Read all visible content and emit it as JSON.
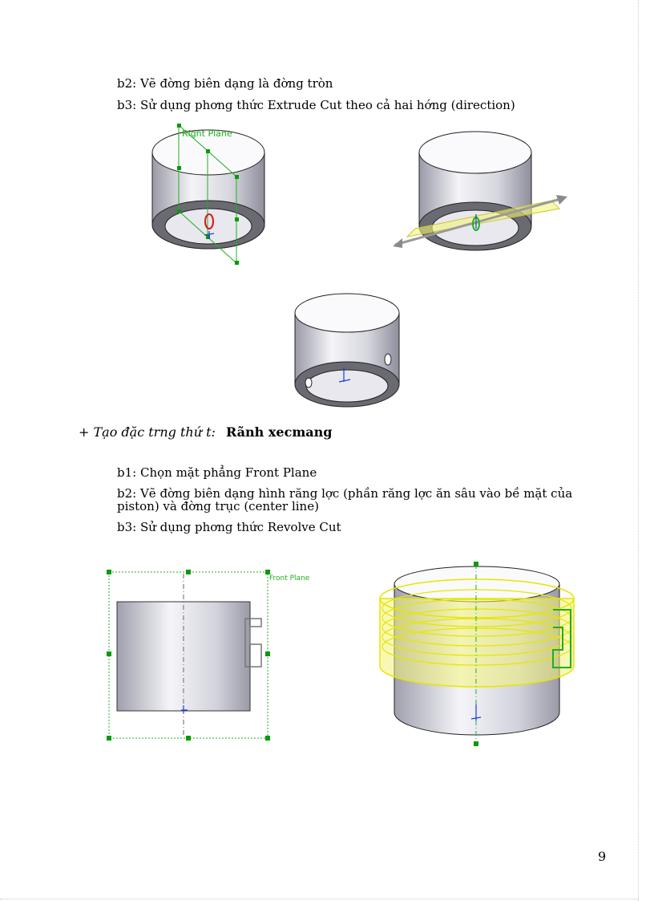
{
  "section1": {
    "step2": "b2: Vẽ đờng  biên dạng là đờng  tròn",
    "step3": "b3: Sử dụng phơng  thức Extrude Cut theo cả hai hớng  (direction)"
  },
  "figure1": {
    "plane_label": "Right Plane"
  },
  "feature_heading": {
    "prefix": "+ Tạo đặc trng  thứ t:",
    "name": "Rãnh xecmang"
  },
  "section2": {
    "step1": "b1: Chọn mặt phẳng Front Plane",
    "step2_line1": "b2: Vẽ đờng  biên dạng hình răng lợc  (phần răng lợc  ăn sâu vào bề mặt của",
    "step2_line2": "piston) và đờng  trục (center line)",
    "step3": "b3: Sử dụng phơng  thức Revolve Cut"
  },
  "figure4": {
    "plane_label": "Front Plane"
  },
  "page_number": "9",
  "colors": {
    "sketch_green": "#1fb01f",
    "handle_green": "#0a9a0a",
    "revolve_yellow": "#e6e600",
    "axis_blue": "#1a3fd6",
    "sketch_red": "#d81818"
  }
}
